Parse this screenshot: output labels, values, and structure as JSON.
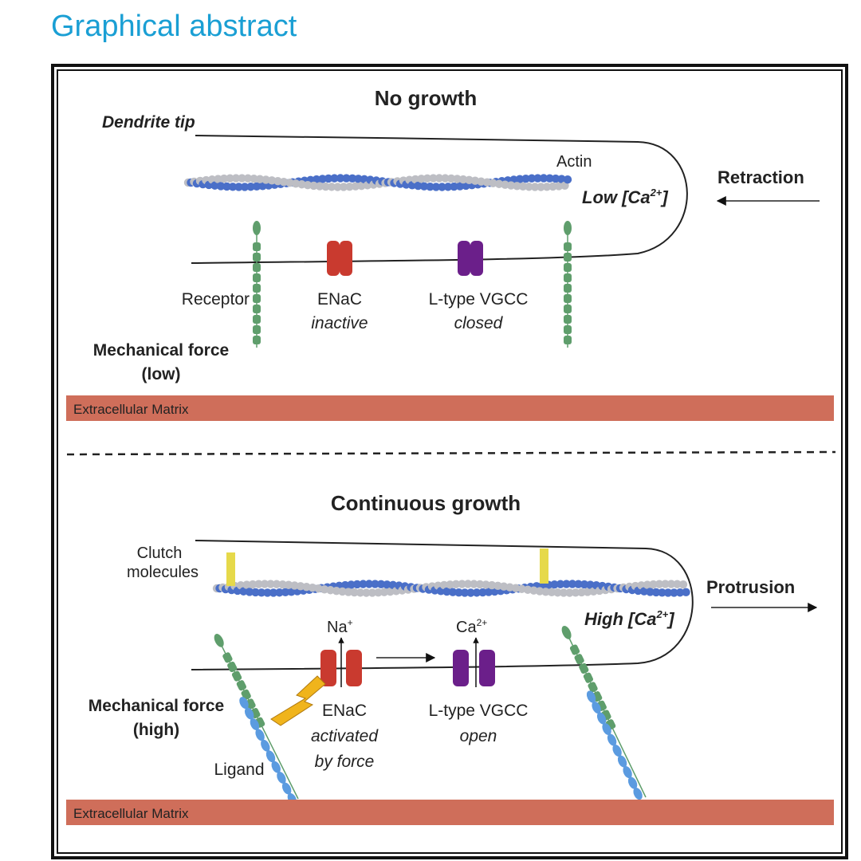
{
  "header": {
    "title": "Graphical abstract"
  },
  "panel_top": {
    "title": "No growth",
    "dendrite_tip": "Dendrite tip",
    "actin": "Actin",
    "calcium_state": "Low [Ca",
    "calcium_sup": "2+",
    "calcium_close": "]",
    "movement": "Retraction",
    "receptor": "Receptor",
    "enac": "ENaC",
    "enac_state": "inactive",
    "vgcc": "L-type VGCC",
    "vgcc_state": "closed",
    "force_line1": "Mechanical force",
    "force_line2": "(low)",
    "ecm": "Extracellular Matrix"
  },
  "panel_bottom": {
    "title": "Continuous growth",
    "clutch_line1": "Clutch",
    "clutch_line2": "molecules",
    "movement": "Protrusion",
    "calcium_state": "High [Ca",
    "calcium_sup": "2+",
    "calcium_close": "]",
    "na": "Na",
    "na_sup": "+",
    "ca": "Ca",
    "ca_sup": "2+",
    "enac": "ENaC",
    "enac_state_line1": "activated",
    "enac_state_line2": "by force",
    "vgcc": "L-type VGCC",
    "vgcc_state": "open",
    "force_line1": "Mechanical force",
    "force_line2": "(high)",
    "ligand": "Ligand",
    "ecm": "Extracellular Matrix"
  },
  "colors": {
    "title_blue": "#1a9fd4",
    "actin_blue": "#4a6fc8",
    "actin_gray": "#bdbec4",
    "enac_red": "#c93a2f",
    "vgcc_purple": "#6b1f8a",
    "receptor_green": "#5f9e6c",
    "ligand_blue": "#5b9be0",
    "clutch_yellow": "#e6d94a",
    "bolt_yellow": "#f0b41c",
    "ecm_salmon": "#cf6e5a"
  }
}
